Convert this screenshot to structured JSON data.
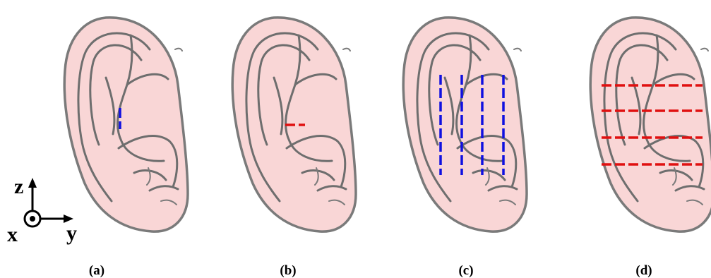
{
  "panels": [
    {
      "label": "(a)"
    },
    {
      "label": "(b)"
    },
    {
      "label": "(c)"
    },
    {
      "label": "(d)"
    }
  ],
  "axes": {
    "z": "z",
    "x": "x",
    "y": "y"
  },
  "colors": {
    "ear_fill": "#f9d6d6",
    "ear_outline": "#7a7a7a",
    "blue_dash": "#1010e0",
    "red_dash": "#e01010"
  }
}
